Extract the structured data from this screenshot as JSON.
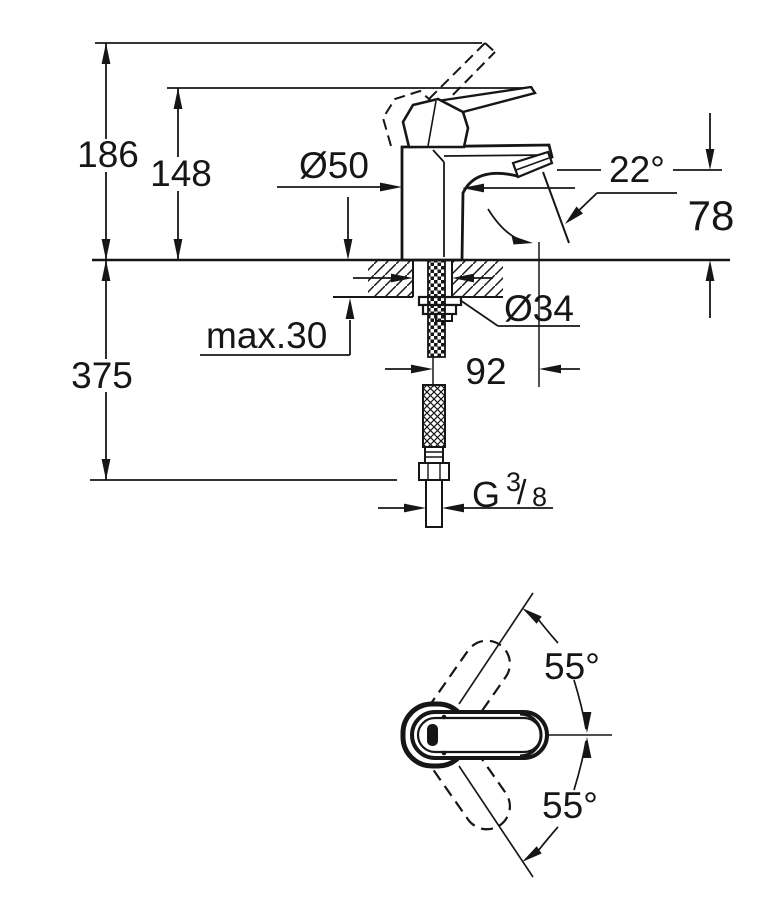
{
  "page": {
    "background_color": "#ffffff",
    "line_color": "#161616",
    "drawing_type": "faucet installation dimensional drawing"
  },
  "side_view": {
    "labels": {
      "total_height": "186",
      "handle_height": "148",
      "body_diameter": "Ø50",
      "spout_angle": "22°",
      "outlet_height": "78",
      "max_deck_thickness": "max.30",
      "hole_diameter": "Ø34",
      "supply_depth": "375",
      "spout_reach": "92",
      "thread_letter": "G",
      "thread_numerator": "3",
      "thread_slash": "/",
      "thread_denominator": "8"
    }
  },
  "top_view": {
    "labels": {
      "swivel_upper": "55°",
      "swivel_lower": "55°"
    }
  }
}
